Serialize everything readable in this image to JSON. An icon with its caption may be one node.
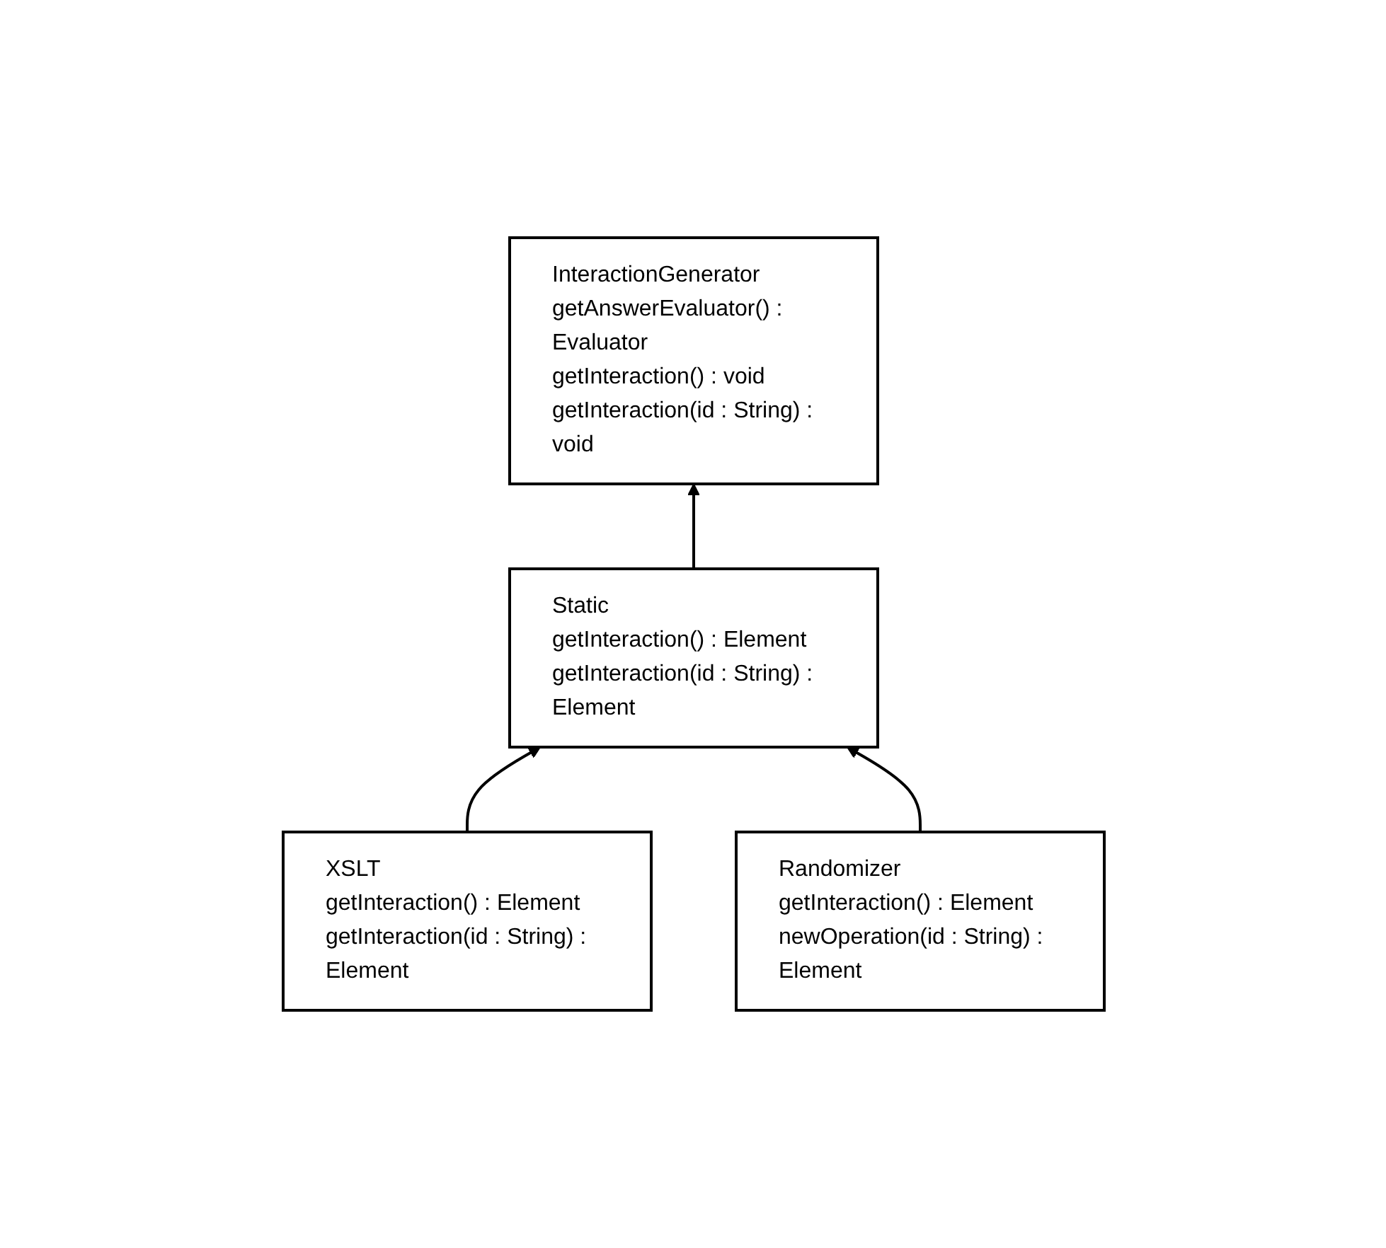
{
  "diagram": {
    "nodes": [
      {
        "text": [
          "InteractionGenerator",
          "getAnswerEvaluator() : Evaluator",
          "getInteraction() : void",
          "getInteraction(id : String) : void"
        ]
      },
      {
        "text": [
          "Static",
          "getInteraction() : Element",
          "getInteraction(id : String) : Element"
        ]
      },
      {
        "text": [
          "XSLT",
          "getInteraction() : Element",
          "getInteraction(id : String) : Element"
        ]
      },
      {
        "text": [
          "Randomizer",
          "getInteraction() : Element",
          "newOperation(id : String) : Element"
        ]
      }
    ],
    "edges": [
      {
        "from": 1,
        "to": 0,
        "arrow": "to"
      },
      {
        "from": 2,
        "to": 1,
        "arrow": "to"
      },
      {
        "from": 3,
        "to": 1,
        "arrow": "to"
      }
    ]
  }
}
